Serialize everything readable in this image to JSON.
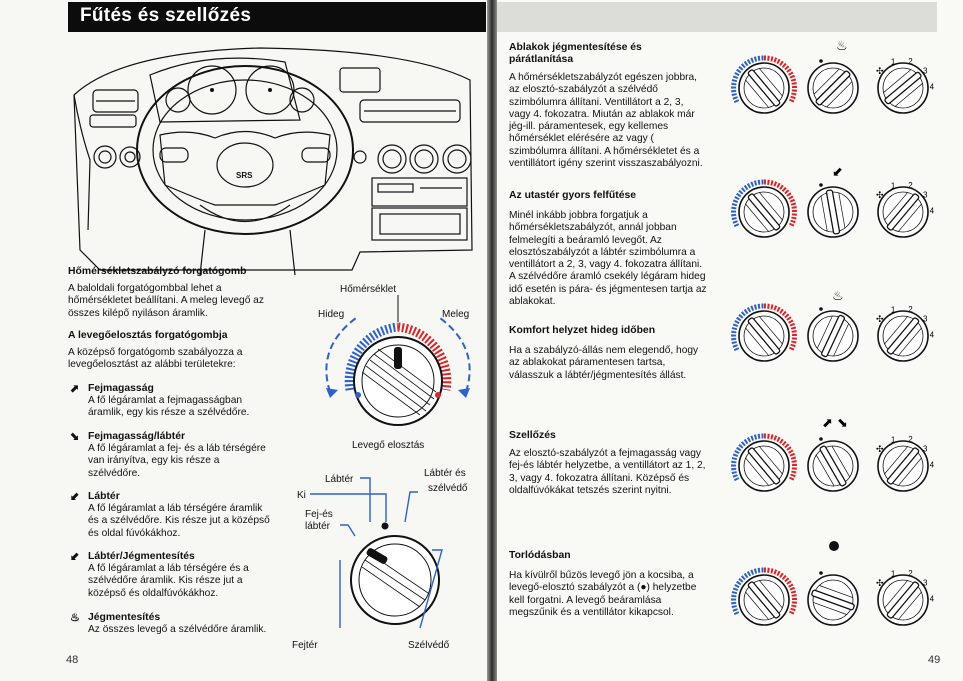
{
  "left_page": {
    "title": "Fűtés és szellőzés",
    "page_number": "48",
    "dashboard_labels": {
      "srs": "SRS"
    },
    "sections": {
      "temp_knob_heading": "Hőmérsékletszabályzó forgatógomb",
      "temp_knob_text": "A baloldali forgatógombbal lehet a hőmérsékletet beállítani. A meleg levegő az összes kilépő nyiláson áramlik.",
      "dist_knob_heading": "A levegőelosztás forgatógombja",
      "dist_knob_text": "A középső forgatógomb szabályozza a levegőelosztást az alábbi területekre:",
      "items": [
        {
          "icon": "face-vent-icon",
          "title": "Fejmagasság",
          "text": "A fő légáramlat a fejmagasságban áramlik, egy kis része a szélvédőre."
        },
        {
          "icon": "face-foot-icon",
          "title": "Fejmagasság/lábtér",
          "text": "A fő légáramlat a fej- és a láb térségére van irányítva, egy kis része a szélvédőre."
        },
        {
          "icon": "foot-icon",
          "title": "Lábtér",
          "text": "A fő légáramlat a láb térségére áramlik és a szélvédőre. Kis része jut a középső és oldal fúvókákhoz."
        },
        {
          "icon": "foot-defrost-icon",
          "title": "Lábtér/Jégmentesítés",
          "text": "A fő légáramlat a láb térségére és a szélvédőre áramlik. Kis része jut a középső és oldalfúvókákhoz."
        },
        {
          "icon": "defrost-icon",
          "title": "Jégmentesítés",
          "text": "Az összes levegő a szélvédőre áramlik."
        }
      ]
    },
    "temp_dial": {
      "title": "Hőmérséklet",
      "cold": "Hideg",
      "warm": "Meleg",
      "caption": "Levegő elosztás"
    },
    "dist_dial": {
      "labels": {
        "labter": "Lábtér",
        "ki": "Ki",
        "fej_es_labter": "Fej-és\nlábtér",
        "labter_es_szelvedo": "Lábtér és\nszélvédő",
        "fejter": "Fejtér",
        "szelvedo": "Szélvédő"
      }
    }
  },
  "right_page": {
    "page_number": "49",
    "sections": [
      {
        "heading": "Ablakok jégmentesítése és párátlanítása",
        "text": "A hőmérsékletszabályzót egészen jobbra, az elosztó-szabályzót a szélvédő szimbólumra állítani. Ventillátort a 2, 3, vagy 4. fokozatra. Miután az ablakok már jég-ill. páramentesek, egy kellemes hőmérséklet elérésére az   vagy (   szimbólumra állítani. A hőmérsékletet és a ventillátort igény szerint visszaszabályozni."
      },
      {
        "heading": "Az utastér gyors felfűtése",
        "text": "Minél inkább jobbra forgatjuk a hőmérsékletszabályzót, annál jobban felmelegíti a beáramló levegőt. Az elosztószabályzót a lábtér szimbólumra   a ventillátort a 2, 3, vagy 4. fokozatra állítani. A szélvédőre áramló csekély légáram hideg idő esetén is pára- és jégmentesen tartja az ablakokat."
      },
      {
        "heading": "Komfort helyzet hideg időben",
        "text": "Ha a   szabályzó-állás nem elegendő, hogy az ablakokat páramentesen tartsa, válasszuk a lábtér/jégmentesítés állást."
      },
      {
        "heading": "Szellőzés",
        "text": "Az elosztó-szabályzót a fejmagasság vagy fej-és lábtér helyzetbe, a ventillátort az 1, 2, 3, vagy 4. fokozatra állítani. Középső és oldalfúvókákat tetszés szerint nyitni."
      },
      {
        "heading": "Torlódásban",
        "text": "Ha kívülről bűzös levegő jön a kocsiba, a levegő-elosztó szabályzót a (●) helyzetbe kell forgatni. A levegő beáramlása megszűnik és a ventillátor kikapcsol."
      }
    ],
    "fan_numbers": [
      "1",
      "2",
      "3",
      "4"
    ]
  },
  "colors": {
    "cold": "#2f62c8",
    "warm": "#d8262a",
    "title_bg": "#0c0c0c"
  }
}
